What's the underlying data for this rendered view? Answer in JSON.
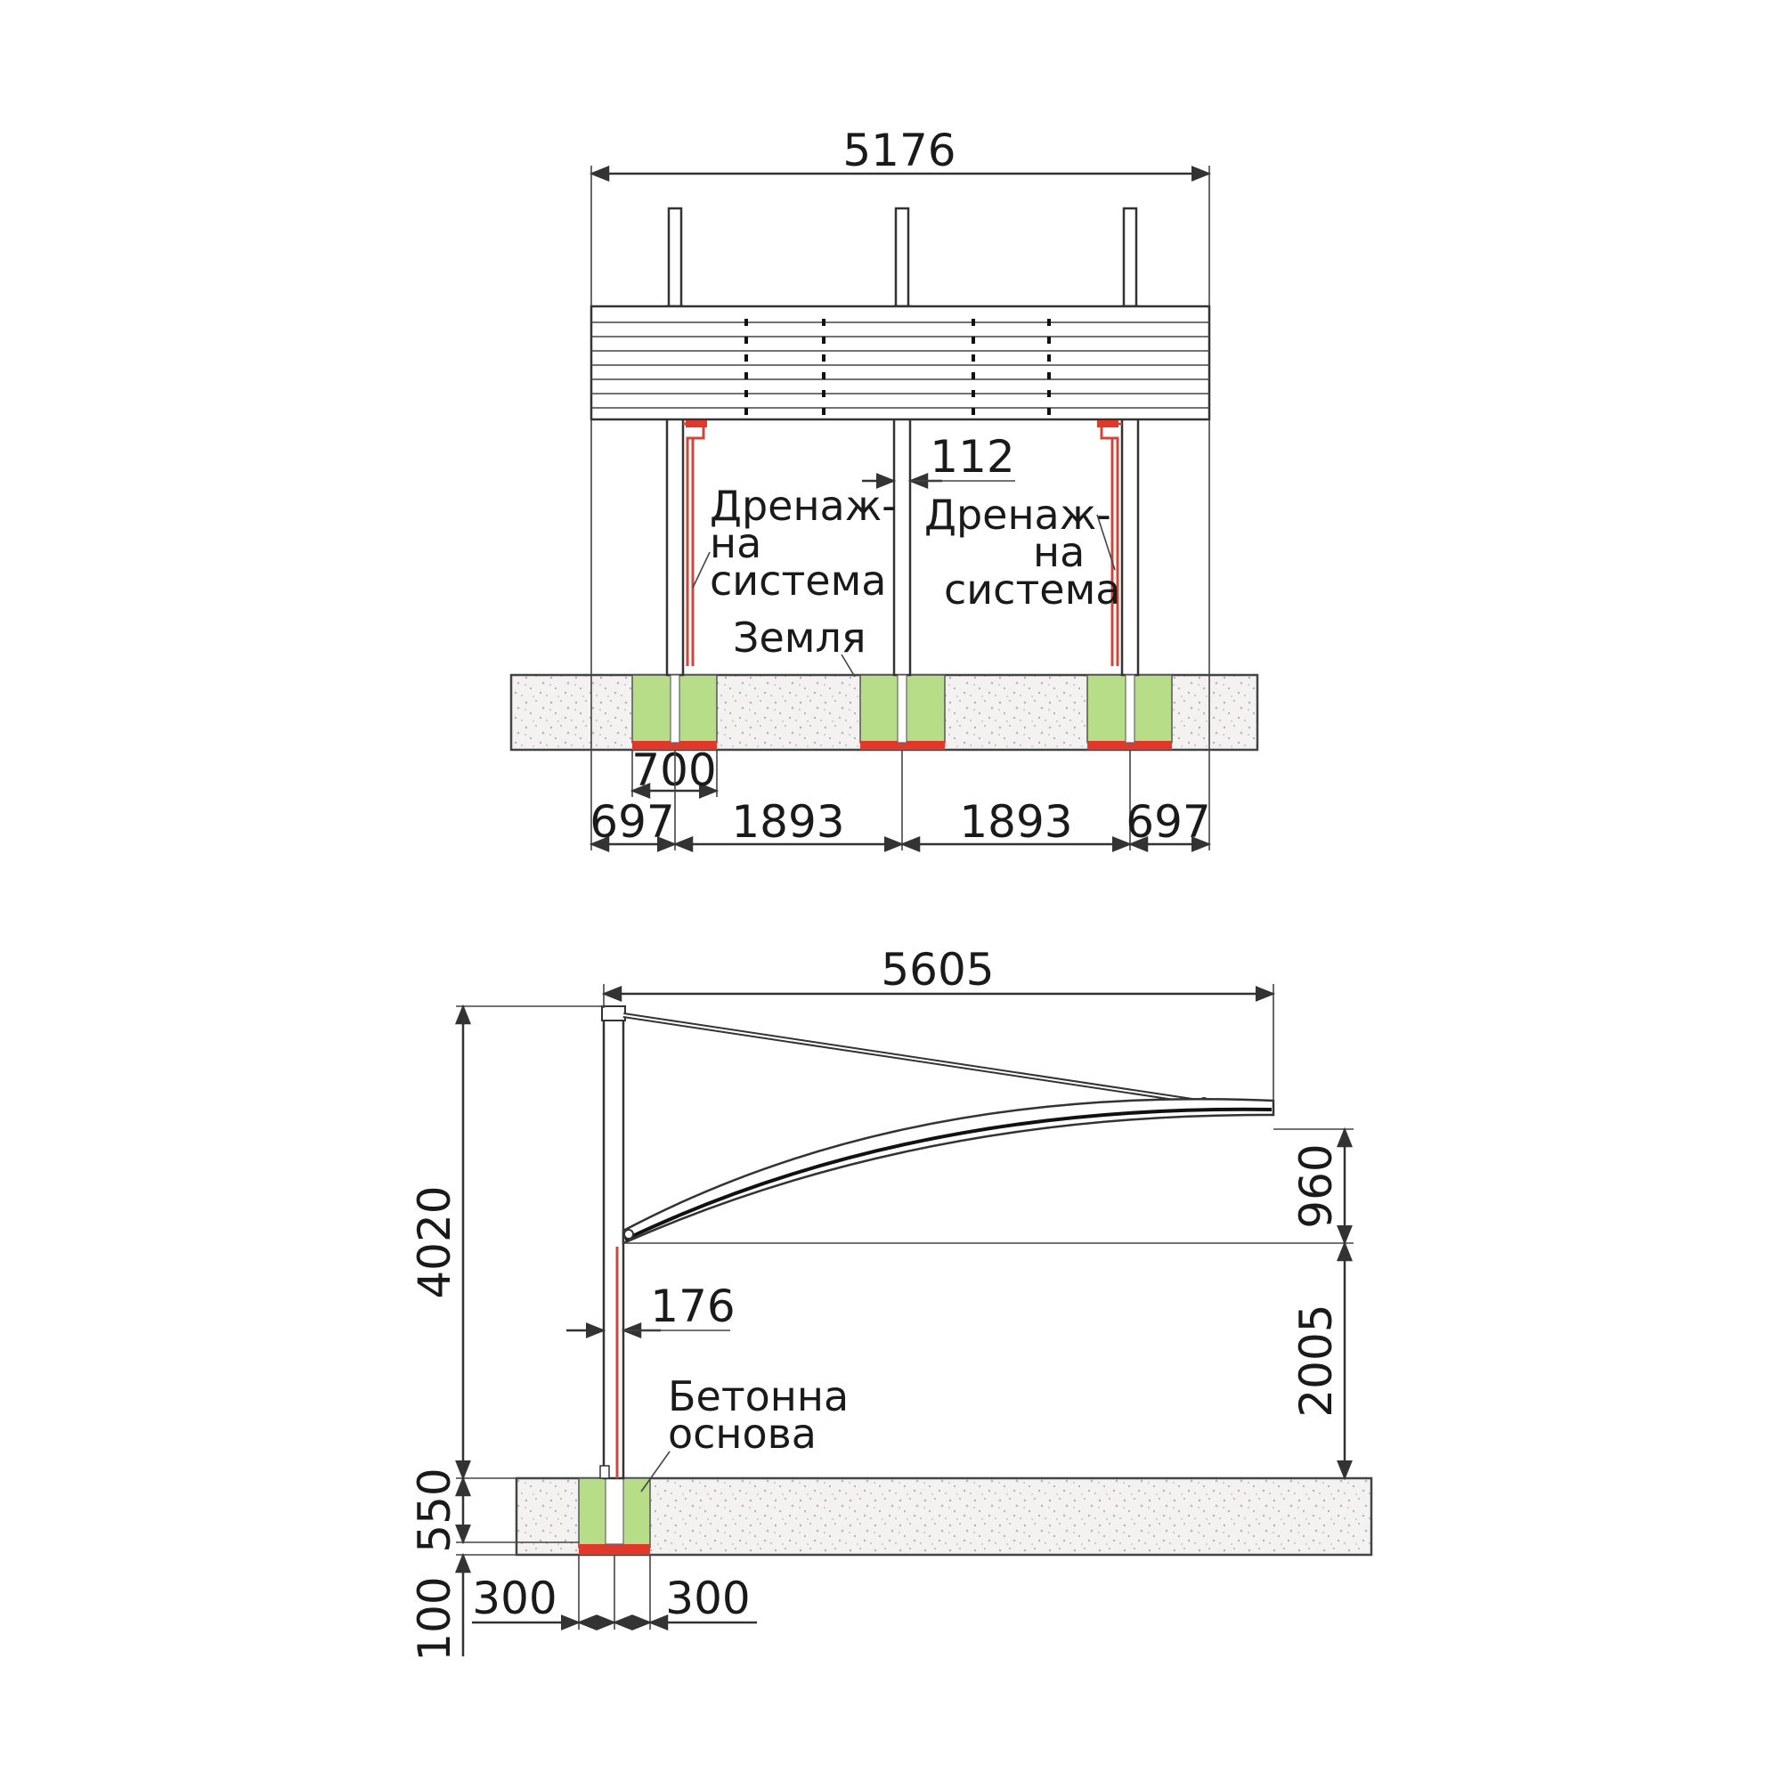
{
  "front_view": {
    "overall_width": "5176",
    "post_width": "112",
    "footing_width": "700",
    "spans": [
      "697",
      "1893",
      "1893",
      "697"
    ],
    "drainage_label_left": [
      "Дренаж-",
      "на",
      "система"
    ],
    "drainage_label_right": [
      "Дренаж-",
      "на",
      "система"
    ],
    "ground_label": "Земля"
  },
  "side_view": {
    "overall_length": "5605",
    "total_height": "4020",
    "roof_drop": "960",
    "clear_height": "2005",
    "post_offset": "176",
    "foundation_depth": "550",
    "base_layer": "100",
    "footing_left": "300",
    "footing_right": "300",
    "foundation_label": [
      "Бетонна",
      "основа"
    ]
  },
  "colors": {
    "footing": "#b7dd88",
    "base_plate": "#e0392b",
    "ground": "#f3f0f0",
    "drain_pipe": "#d0473a"
  }
}
